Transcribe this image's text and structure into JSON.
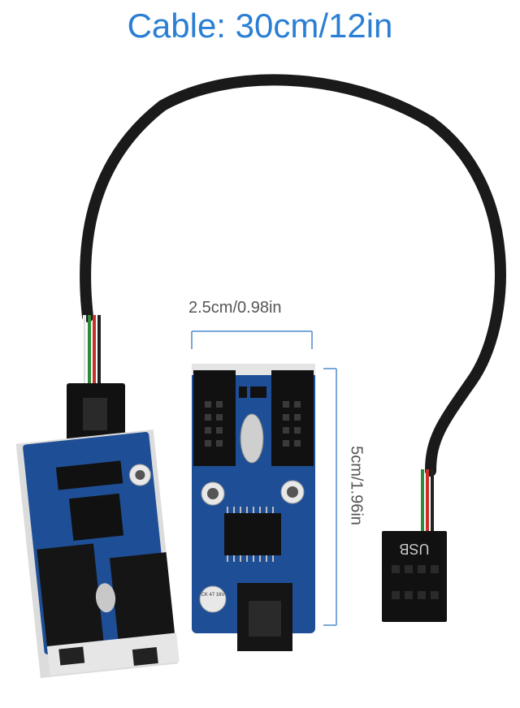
{
  "title": "Cable: 30cm/12in",
  "dimension_width": "2.5cm/0.98in",
  "dimension_height": "5cm/1.96in",
  "connector_label": "USB",
  "capacitor_label": "CK 47 16V",
  "colors": {
    "title": "#2a7fd4",
    "pcb": "#1e4f96",
    "cable": "#1a1a1a",
    "dimension_lines": "#7aa8d8"
  }
}
